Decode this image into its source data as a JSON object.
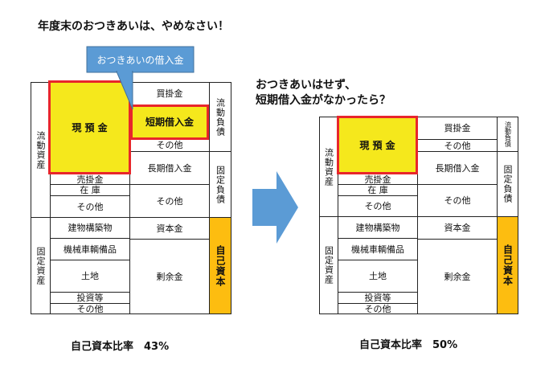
{
  "left": {
    "title": "年度末のおつきあいは、やめなさい！",
    "callout": "おつきあいの借入金",
    "footer": "自己資本比率　43%"
  },
  "right": {
    "title_line1": "おつきあいはせず、",
    "title_line2": "短期借入金がなかったら？",
    "footer": "自己資本比率　50%"
  },
  "labels": {
    "current_assets": "流動資産",
    "fixed_assets": "固定資産",
    "cash": "現 預 金",
    "receivables": "売掛金",
    "inventory": "在 庫",
    "other": "その他",
    "buildings": "建物構築物",
    "machinery": "機械車輌備品",
    "land": "土地",
    "investments": "投資等",
    "payables": "買掛金",
    "short_term_loans": "短期借入金",
    "long_term_loans": "長期借入金",
    "capital": "資本金",
    "surplus": "剰余金",
    "current_liabilities": "流動負債",
    "fixed_liabilities": "固定負債",
    "equity": "自己資本"
  },
  "colors": {
    "highlight": "#f5e81c",
    "highlight_border": "#e8262b",
    "equity": "#fdbd10",
    "callout": "#5b9bd5",
    "arrow": "#5b9bd5"
  }
}
